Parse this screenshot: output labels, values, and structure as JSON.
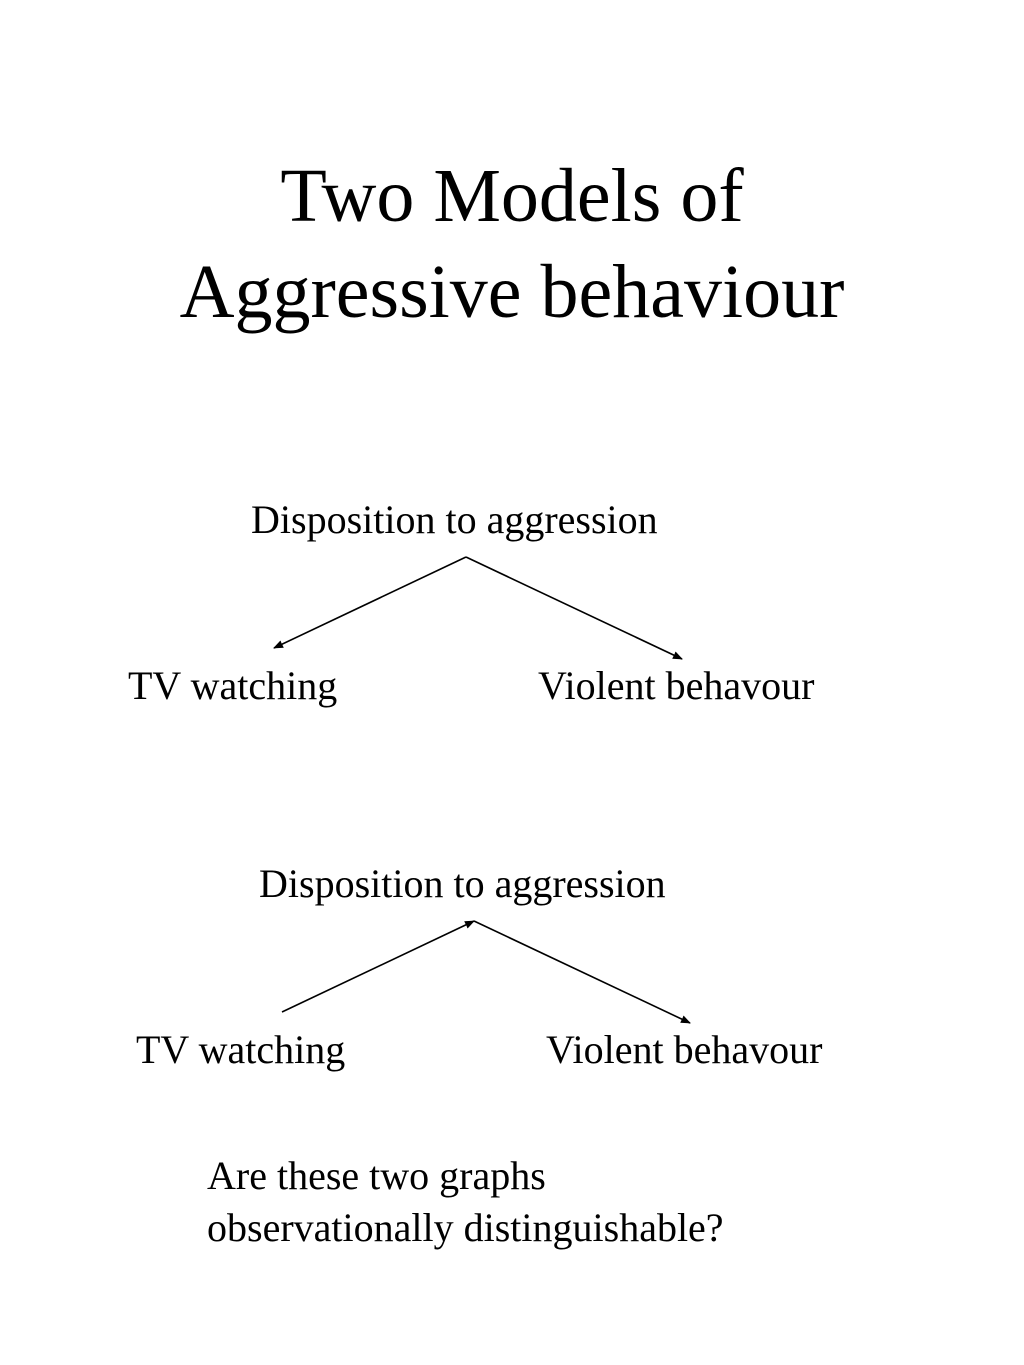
{
  "slide": {
    "title_line1": "Two Models of",
    "title_line2": "Aggressive behaviour"
  },
  "diagrams": [
    {
      "top_node": "Disposition to aggression",
      "left_node": "TV watching",
      "right_node": "Violent behavour",
      "edges": [
        {
          "from": "Disposition to aggression",
          "to": "TV watching"
        },
        {
          "from": "Disposition to aggression",
          "to": "Violent behavour"
        }
      ]
    },
    {
      "top_node": "Disposition to aggression",
      "left_node": "TV watching",
      "right_node": "Violent behavour",
      "edges": [
        {
          "from": "TV watching",
          "to": "Disposition to aggression"
        },
        {
          "from": "Disposition to aggression",
          "to": "Violent behavour"
        }
      ]
    }
  ],
  "question": {
    "line1": "Are these two graphs",
    "line2": "observationally distinguishable?"
  }
}
